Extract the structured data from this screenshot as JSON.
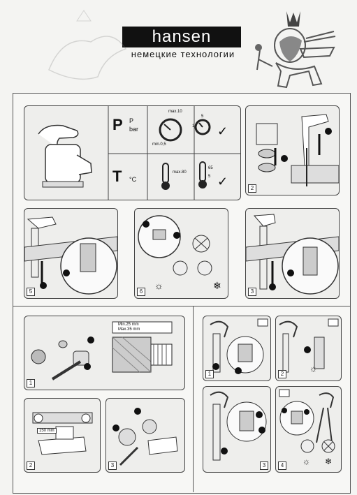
{
  "brand": {
    "name": "hansen",
    "tagline": "немецкие технологии"
  },
  "specs": {
    "p_symbol": "P",
    "p_unit_line1": "P",
    "p_unit_line2": "bar",
    "p_max": "max.10",
    "p_min": "min.0,5",
    "p_recommended_low": "1",
    "p_recommended_high": "5",
    "t_symbol": "T",
    "t_unit": "°C",
    "t_max": "max.80",
    "t_recommended_high": "65",
    "t_recommended_low": "5",
    "check_icon": "check-icon"
  },
  "dims": {
    "min": "Min.25 mm",
    "max": "Max.35 mm",
    "spacing": "150 mm"
  },
  "steps": {
    "top": [
      "2",
      "5",
      "6",
      "3"
    ],
    "bottom_left": [
      "1",
      "2",
      "3"
    ],
    "bottom_right": [
      "1",
      "2",
      "3",
      "4"
    ]
  },
  "markers": [
    "1",
    "2"
  ]
}
